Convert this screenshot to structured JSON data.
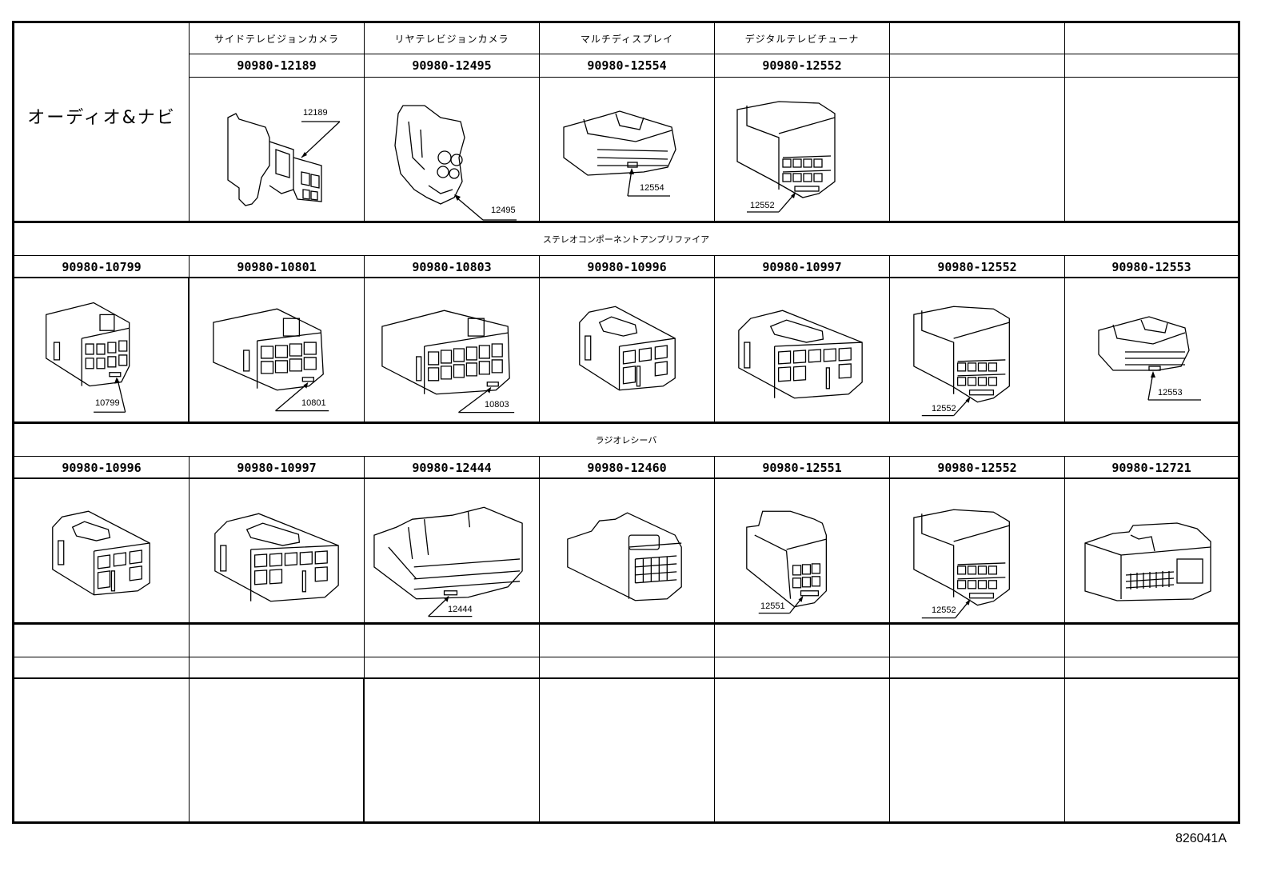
{
  "table": {
    "top_group": {
      "label": "オーディオ&ナビ",
      "columns": [
        {
          "name": "サイドテレビジョンカメラ",
          "part_number": "90980-12189",
          "callout": "12189",
          "icon": "connector-12189-icon"
        },
        {
          "name": "リヤテレビジョンカメラ",
          "part_number": "90980-12495",
          "callout": "12495",
          "icon": "connector-12495-icon"
        },
        {
          "name": "マルチディスプレイ",
          "part_number": "90980-12554",
          "callout": "12554",
          "icon": "connector-12554-icon"
        },
        {
          "name": "デジタルテレビチューナ",
          "part_number": "90980-12552",
          "callout": "12552",
          "icon": "connector-12552-icon"
        },
        {
          "name": "",
          "part_number": "",
          "callout": "",
          "icon": ""
        },
        {
          "name": "",
          "part_number": "",
          "callout": "",
          "icon": ""
        }
      ]
    },
    "stereo_amp": {
      "section_title": "ステレオコンポーネントアンプリファイア",
      "columns": [
        {
          "part_number": "90980-10799",
          "callout": "10799"
        },
        {
          "part_number": "90980-10801",
          "callout": "10801"
        },
        {
          "part_number": "90980-10803",
          "callout": "10803"
        },
        {
          "part_number": "90980-10996",
          "callout": ""
        },
        {
          "part_number": "90980-10997",
          "callout": ""
        },
        {
          "part_number": "90980-12552",
          "callout": "12552"
        },
        {
          "part_number": "90980-12553",
          "callout": "12553"
        }
      ]
    },
    "radio_receiver": {
      "section_title": "ラジオレシーバ",
      "columns": [
        {
          "part_number": "90980-10996",
          "callout": ""
        },
        {
          "part_number": "90980-10997",
          "callout": ""
        },
        {
          "part_number": "90980-12444",
          "callout": "12444"
        },
        {
          "part_number": "90980-12460",
          "callout": ""
        },
        {
          "part_number": "90980-12551",
          "callout": "12551"
        },
        {
          "part_number": "90980-12552",
          "callout": "12552"
        },
        {
          "part_number": "90980-12721",
          "callout": ""
        }
      ]
    }
  },
  "footer": {
    "figure_code": "826041A"
  }
}
